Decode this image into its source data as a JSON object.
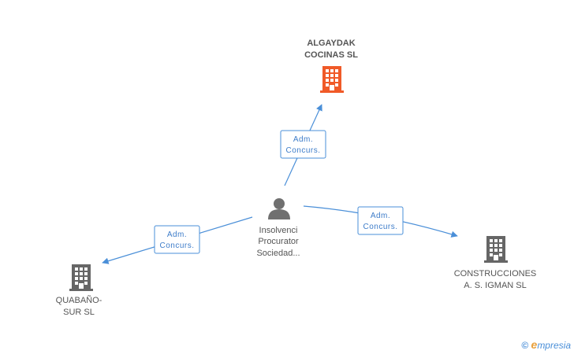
{
  "nodes": {
    "center": {
      "lines": [
        "Insolvenci",
        "Procurator",
        "Sociedad..."
      ],
      "icon": "person-icon"
    },
    "algaydak": {
      "lines": [
        "ALGAYDAK",
        "COCINAS SL"
      ],
      "icon": "building-icon",
      "color": "#f05a28"
    },
    "construcciones": {
      "lines": [
        "CONSTRUCCIONES",
        "A.  S. IGMAN SL"
      ],
      "icon": "building-icon",
      "color": "#666666"
    },
    "quabano": {
      "lines": [
        "QUABAÑO-",
        "SUR SL"
      ],
      "icon": "building-icon",
      "color": "#666666"
    }
  },
  "edges": [
    {
      "target": "algaydak",
      "label": [
        "Adm.",
        "Concurs."
      ]
    },
    {
      "target": "construcciones",
      "label": [
        "Adm.",
        "Concurs."
      ]
    },
    {
      "target": "quabano",
      "label": [
        "Adm.",
        "Concurs."
      ]
    }
  ],
  "colors": {
    "edge": "#4a8fd8",
    "highlight": "#f05a28",
    "neutral": "#666666"
  },
  "watermark": {
    "symbol": "©",
    "brand_initial": "e",
    "brand_rest": "mpresia"
  }
}
